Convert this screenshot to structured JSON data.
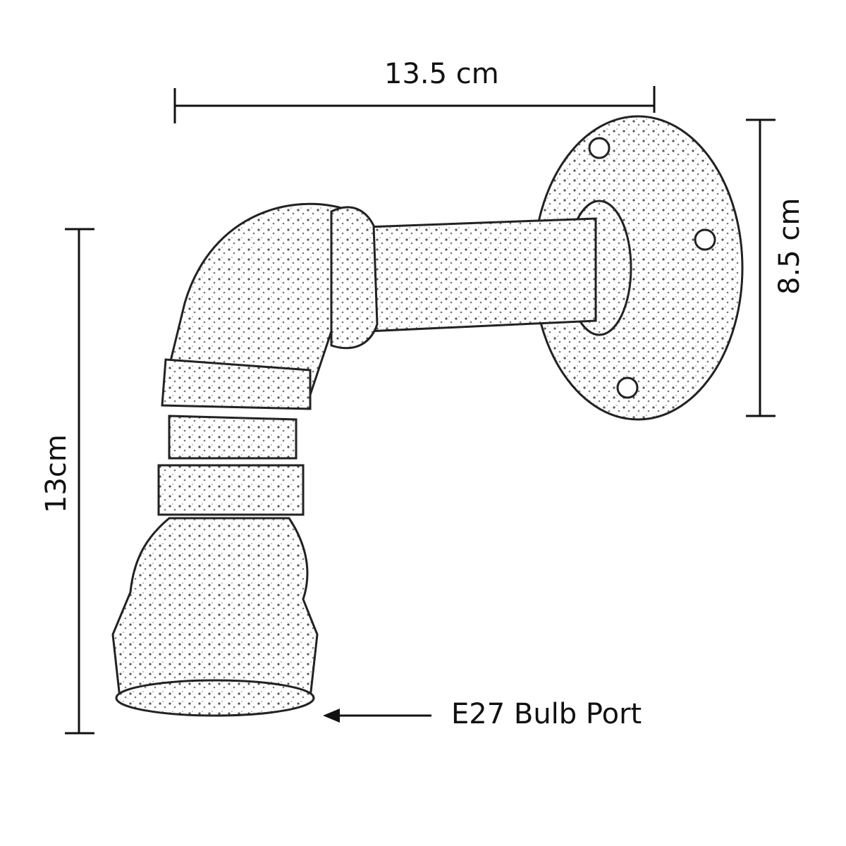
{
  "dimensions": {
    "width_label": "13.5 cm",
    "flange_height_label": "8.5 cm",
    "total_height_label": "13cm"
  },
  "callout": {
    "label": "E27 Bulb Port"
  },
  "colors": {
    "line": "#111111",
    "background": "#ffffff"
  }
}
